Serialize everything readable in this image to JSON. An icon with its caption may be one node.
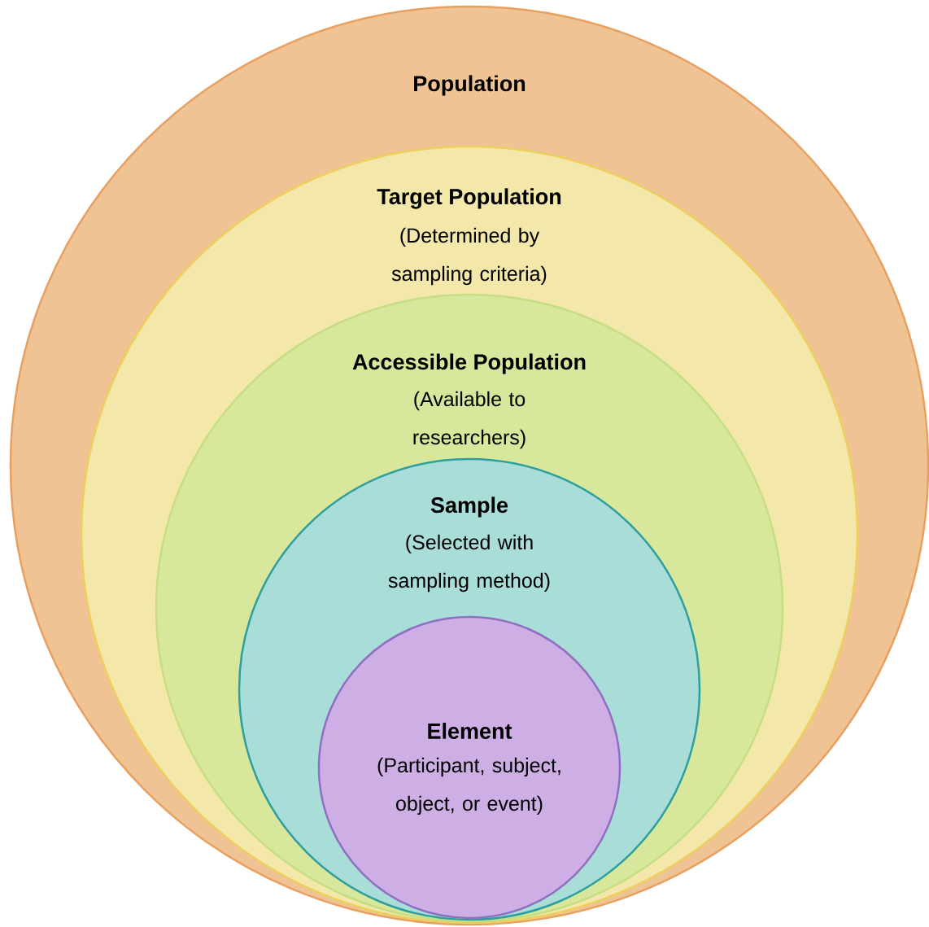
{
  "diagram": {
    "nodes": [
      {
        "text": [
          "Population"
        ]
      },
      {
        "text": [
          "Target Population",
          "(Determined by sampling criteria)"
        ],
        "in": 0
      },
      {
        "text": [
          "Accessible Population",
          "(Available to researchers)"
        ],
        "in": 1
      },
      {
        "text": [
          "Sample",
          "(Selected with sampling method)"
        ],
        "in": 2
      },
      {
        "text": [
          "Element",
          "(Participant, subject, object, or event)"
        ],
        "in": 3
      }
    ]
  }
}
